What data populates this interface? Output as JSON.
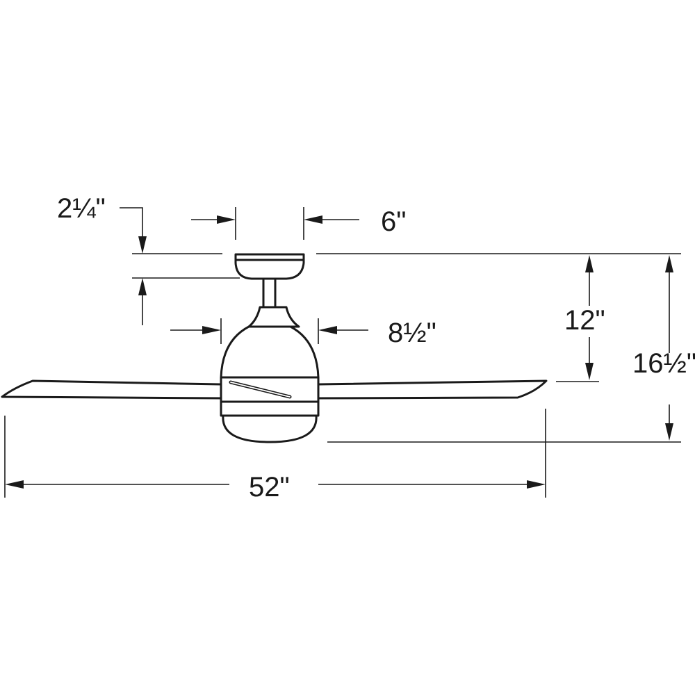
{
  "title": "Ceiling fan dimension drawing",
  "colors": {
    "line": "#1a1a1a",
    "background": "#ffffff"
  },
  "dimensions": {
    "canopy_height": "2¼\"",
    "canopy_width": "6\"",
    "motor_width": "8½\"",
    "ceiling_to_blade": "12\"",
    "overall_height": "16½\"",
    "blade_span": "52\""
  }
}
